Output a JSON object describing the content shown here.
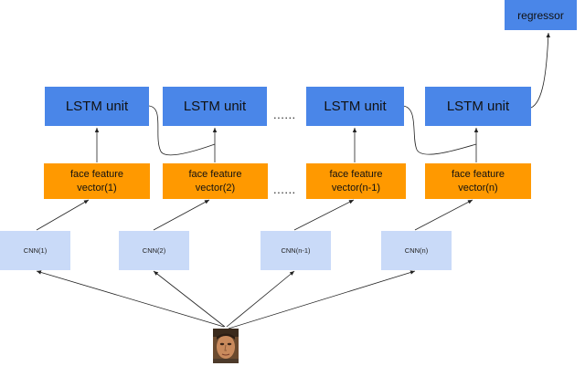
{
  "diagram": {
    "regressor_label": "regressor",
    "lstm_units": [
      "LSTM unit",
      "LSTM unit",
      "LSTM unit",
      "LSTM unit"
    ],
    "face_features": [
      [
        "face feature",
        "vector(1)"
      ],
      [
        "face feature",
        "vector(2)"
      ],
      [
        "face feature",
        "vector(n-1)"
      ],
      [
        "face feature",
        "vector(n)"
      ]
    ],
    "cnns": [
      "CNN(1)",
      "CNN(2)",
      "CNN(n-1)",
      "CNN(n)"
    ],
    "ellipsis": "......"
  },
  "colors": {
    "lstm": "#4a86e8",
    "feature": "#ff9900",
    "cnn": "#c9daf8",
    "line": "#222222"
  }
}
